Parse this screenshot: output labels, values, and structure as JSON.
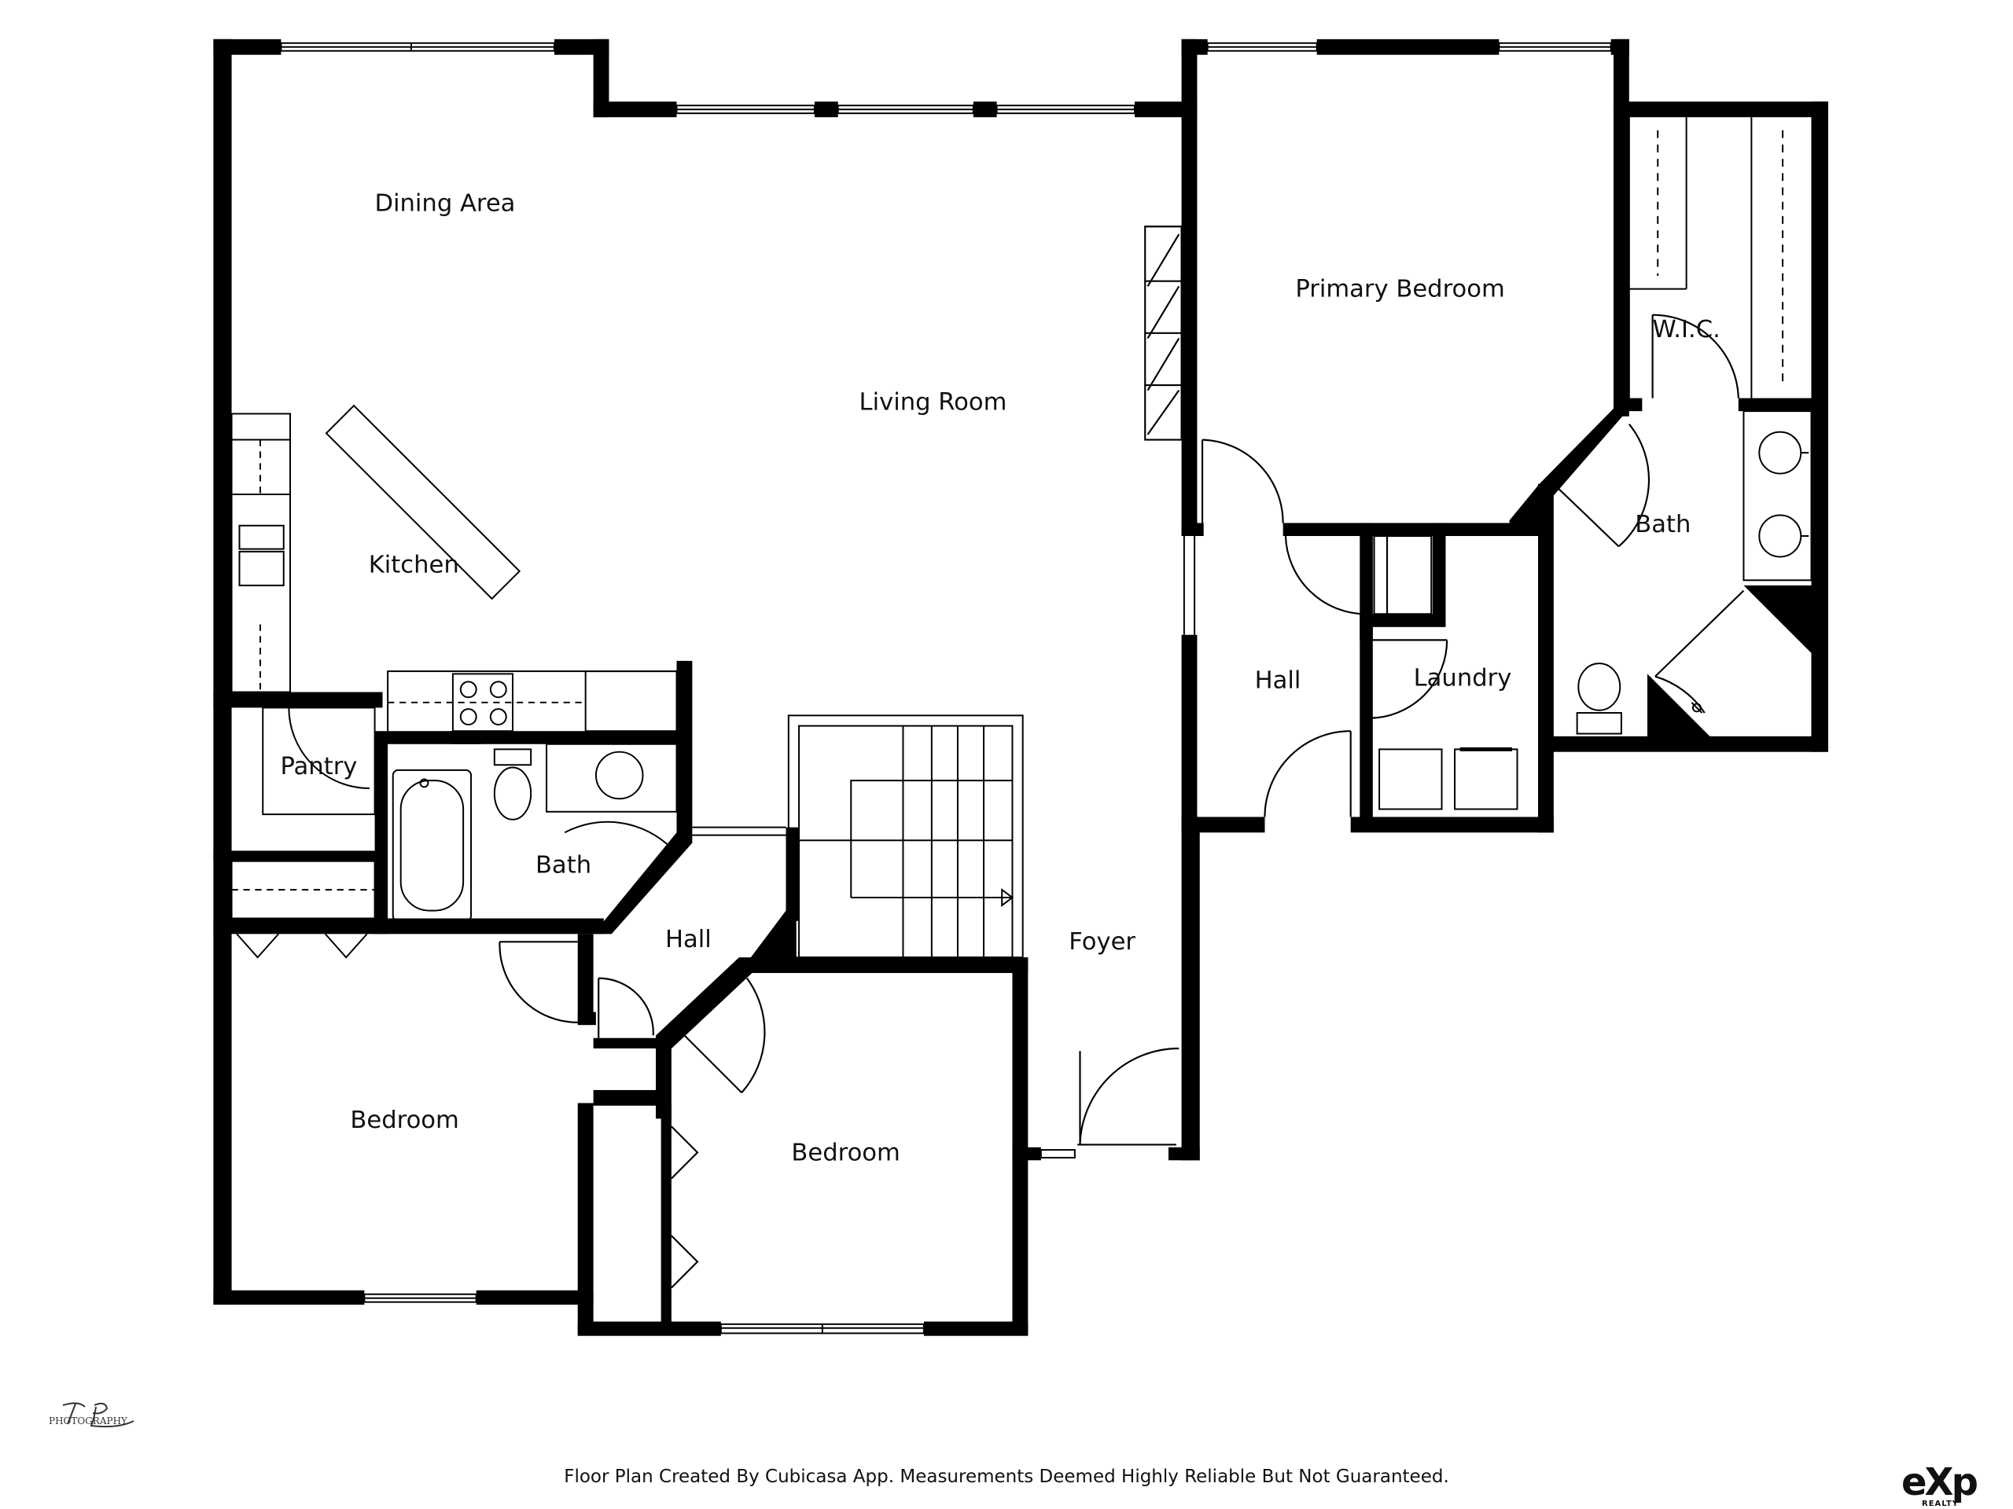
{
  "rooms": {
    "dining_area": "Dining Area",
    "living_room": "Living Room",
    "kitchen": "Kitchen",
    "pantry": "Pantry",
    "bath_hall": "Bath",
    "hall_left": "Hall",
    "bedroom_left": "Bedroom",
    "bedroom_mid": "Bedroom",
    "foyer": "Foyer",
    "primary_bedroom": "Primary Bedroom",
    "wic": "W.I.C.",
    "bath_primary": "Bath",
    "hall_right": "Hall",
    "laundry": "Laundry"
  },
  "footer": {
    "note": "Floor Plan Created By Cubicasa App. Measurements Deemed Highly Reliable But Not Guaranteed."
  },
  "brand": {
    "main": "eXp",
    "sub": "REALTY"
  },
  "photo_logo": {
    "label": "PHOTOGRAPHY"
  },
  "colors": {
    "wall": "#000000",
    "line": "#000000",
    "background": "#ffffff"
  }
}
